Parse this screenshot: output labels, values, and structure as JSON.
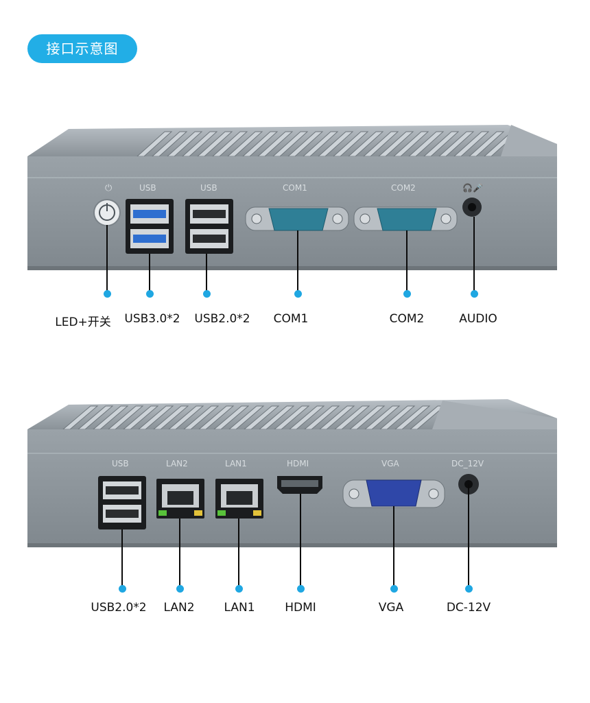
{
  "header": {
    "title": "接口示意图"
  },
  "front_panel": {
    "silk": {
      "power": "⏻",
      "usb3": "USB",
      "usb2": "USB",
      "com1": "COM1",
      "com2": "COM2",
      "audio": "🎧🎤"
    },
    "labels": {
      "power": "LED+开关",
      "usb3": "USB3.0*2",
      "usb2": "USB2.0*2",
      "com1": "COM1",
      "com2": "COM2",
      "audio": "AUDIO"
    }
  },
  "rear_panel": {
    "silk": {
      "usb": "USB",
      "lan2": "LAN2",
      "lan1": "LAN1",
      "hdmi": "HDMI",
      "vga": "VGA",
      "dc": "DC_12V"
    },
    "labels": {
      "usb": "USB2.0*2",
      "lan2": "LAN2",
      "lan1": "LAN1",
      "hdmi": "HDMI",
      "vga": "VGA",
      "dc": "DC-12V"
    }
  },
  "colors": {
    "accent": "#22aee6",
    "dot": "#1fa7e2",
    "chassis": "#8d959b",
    "usb3_blue": "#2f6fd0",
    "db9_teal": "#2f7f96",
    "vga_blue": "#2f47a8"
  }
}
